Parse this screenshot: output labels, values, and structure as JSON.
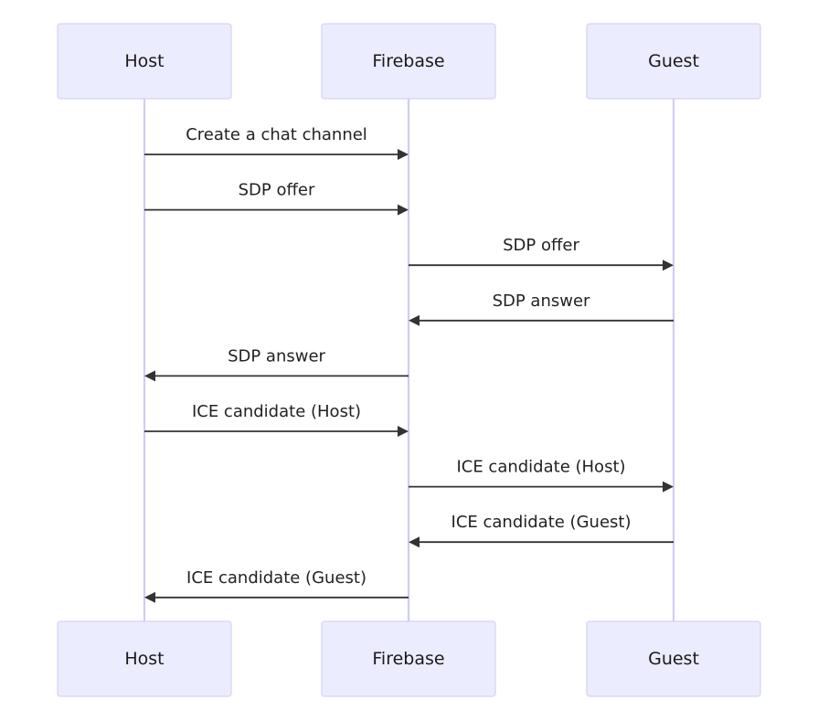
{
  "participants": [
    {
      "id": "host",
      "label": "Host"
    },
    {
      "id": "firebase",
      "label": "Firebase"
    },
    {
      "id": "guest",
      "label": "Guest"
    }
  ],
  "messages": [
    {
      "from": "host",
      "to": "firebase",
      "label": "Create a chat channel"
    },
    {
      "from": "host",
      "to": "firebase",
      "label": "SDP offer"
    },
    {
      "from": "firebase",
      "to": "guest",
      "label": "SDP offer"
    },
    {
      "from": "guest",
      "to": "firebase",
      "label": "SDP answer"
    },
    {
      "from": "firebase",
      "to": "host",
      "label": "SDP answer"
    },
    {
      "from": "host",
      "to": "firebase",
      "label": "ICE candidate (Host)"
    },
    {
      "from": "firebase",
      "to": "guest",
      "label": "ICE candidate (Host)"
    },
    {
      "from": "guest",
      "to": "firebase",
      "label": "ICE candidate (Guest)"
    },
    {
      "from": "firebase",
      "to": "host",
      "label": "ICE candidate (Guest)"
    }
  ],
  "colors": {
    "actor_fill": "#ececff",
    "actor_stroke": "#d3d3f2",
    "lifeline": "#d0cdf0",
    "message": "#333333"
  }
}
